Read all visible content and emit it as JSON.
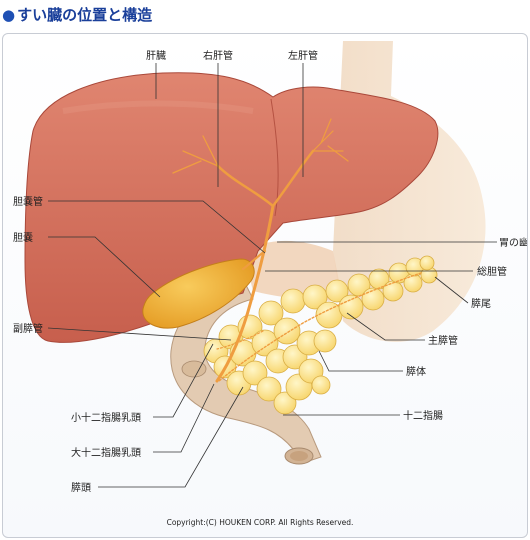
{
  "header": {
    "bullet": "●",
    "title": "すい臓の位置と構造"
  },
  "labels": {
    "liver": "肝臓",
    "right_hepatic_duct": "右肝管",
    "left_hepatic_duct": "左肝管",
    "cystic_duct": "胆嚢管",
    "gallbladder": "胆嚢",
    "accessory_pancreatic_duct": "副膵管",
    "minor_papilla": "小十二指腸乳頭",
    "major_papilla": "大十二指腸乳頭",
    "pancreatic_head": "膵頭",
    "pylorus": "胃の幽門",
    "common_bile_duct": "総胆管",
    "pancreatic_tail": "膵尾",
    "main_pancreatic_duct": "主膵管",
    "pancreatic_body": "膵体",
    "duodenum": "十二指腸"
  },
  "copyright": "Copyright:(C) HOUKEN CORP. All Rights Reserved.",
  "colors": {
    "title": "#1a3f9a",
    "liver": "#d9735f",
    "gallbladder": "#f0b43a",
    "pancreas": "#fce08a",
    "duct": "#f2a24a",
    "stomach": "#f3dcc3"
  }
}
